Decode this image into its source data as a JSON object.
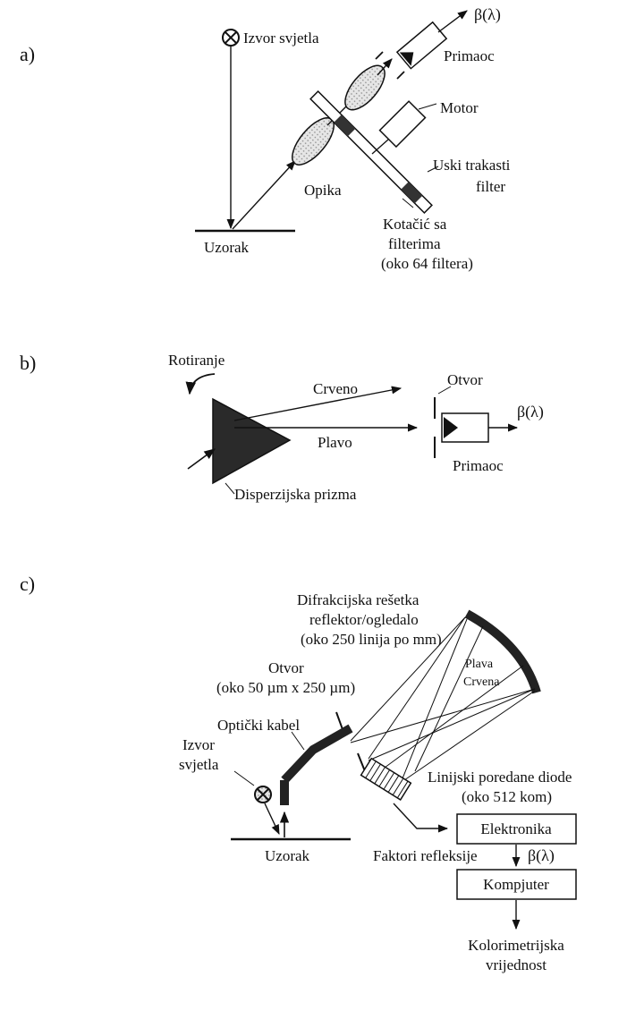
{
  "section_a": {
    "marker": "a)",
    "light_source": "Izvor svjetla",
    "beta": "β(λ)",
    "receiver": "Primaoc",
    "motor": "Motor",
    "filter_line1": "Uski trakasti",
    "filter_line2": "filter",
    "optics": "Opika",
    "sample": "Uzorak",
    "wheel_line1": "Kotačić sa",
    "wheel_line2": "filterima",
    "wheel_line3": "(oko 64 filtera)"
  },
  "section_b": {
    "marker": "b)",
    "rotation": "Rotiranje",
    "red": "Crveno",
    "blue": "Plavo",
    "slit": "Otvor",
    "beta": "β(λ)",
    "receiver": "Primaoc",
    "prism": "Disperzijska prizma"
  },
  "section_c": {
    "marker": "c)",
    "grating_line1": "Difrakcijska rešetka",
    "grating_line2": "reflektor/ogledalo",
    "grating_line3": "(oko 250 linija po mm)",
    "blue": "Plava",
    "red": "Crvena",
    "slit_line1": "Otvor",
    "slit_line2": "(oko 50 µm x 250 µm)",
    "fiber": "Optički kabel",
    "diodes_line1": "Linijski poredane diode",
    "diodes_line2": "(oko 512 kom)",
    "source_line1": "Izvor",
    "source_line2": "svjetla",
    "sample": "Uzorak",
    "electronics": "Elektronika",
    "reflectance": "Faktori refleksije",
    "beta": "β(λ)",
    "computer": "Kompjuter",
    "result_line1": "Kolorimetrijska",
    "result_line2": "vrijednost"
  }
}
